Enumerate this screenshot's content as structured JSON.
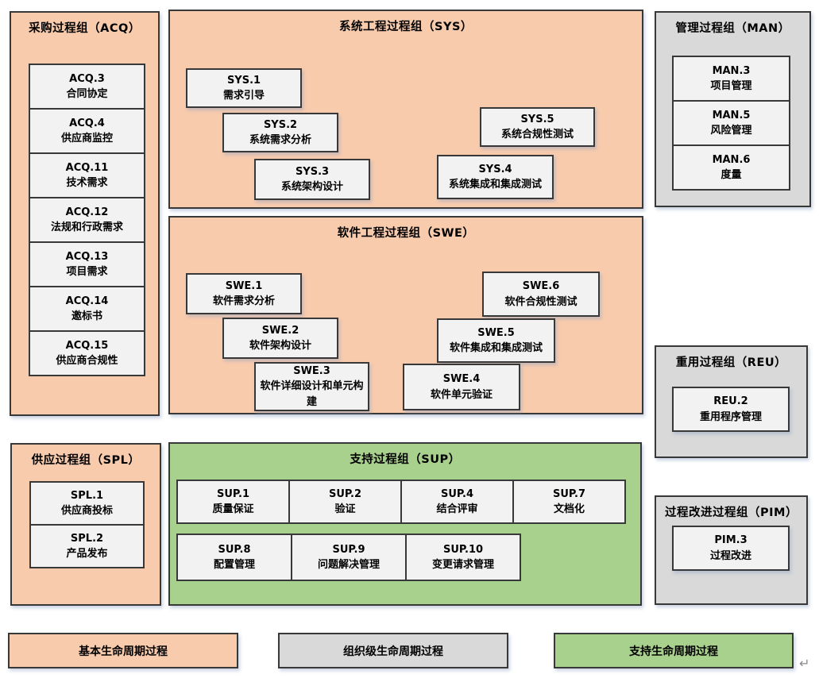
{
  "colors": {
    "primary_lifecycle": "#F8CBAD",
    "organizational_lifecycle": "#D9D9D9",
    "supporting_lifecycle": "#A9D18E",
    "box_fill": "#F2F2F2",
    "border": "#383838"
  },
  "groups": {
    "acq": {
      "title": "采购过程组（ACQ）",
      "items": [
        {
          "id": "ACQ.3",
          "name": "合同协定"
        },
        {
          "id": "ACQ.4",
          "name": "供应商监控"
        },
        {
          "id": "ACQ.11",
          "name": "技术需求"
        },
        {
          "id": "ACQ.12",
          "name": "法规和行政需求"
        },
        {
          "id": "ACQ.13",
          "name": "项目需求"
        },
        {
          "id": "ACQ.14",
          "name": "邀标书"
        },
        {
          "id": "ACQ.15",
          "name": "供应商合规性"
        }
      ]
    },
    "sys": {
      "title": "系统工程过程组（SYS）",
      "items": [
        {
          "id": "SYS.1",
          "name": "需求引导"
        },
        {
          "id": "SYS.2",
          "name": "系统需求分析"
        },
        {
          "id": "SYS.3",
          "name": "系统架构设计"
        },
        {
          "id": "SYS.4",
          "name": "系统集成和集成测试"
        },
        {
          "id": "SYS.5",
          "name": "系统合规性测试"
        }
      ]
    },
    "swe": {
      "title": "软件工程过程组（SWE）",
      "items": [
        {
          "id": "SWE.1",
          "name": "软件需求分析"
        },
        {
          "id": "SWE.2",
          "name": "软件架构设计"
        },
        {
          "id": "SWE.3",
          "name": "软件详细设计和单元构建"
        },
        {
          "id": "SWE.4",
          "name": "软件单元验证"
        },
        {
          "id": "SWE.5",
          "name": "软件集成和集成测试"
        },
        {
          "id": "SWE.6",
          "name": "软件合规性测试"
        }
      ]
    },
    "man": {
      "title": "管理过程组（MAN）",
      "items": [
        {
          "id": "MAN.3",
          "name": "项目管理"
        },
        {
          "id": "MAN.5",
          "name": "风险管理"
        },
        {
          "id": "MAN.6",
          "name": "度量"
        }
      ]
    },
    "reu": {
      "title": "重用过程组（REU）",
      "items": [
        {
          "id": "REU.2",
          "name": "重用程序管理"
        }
      ]
    },
    "spl": {
      "title": "供应过程组（SPL）",
      "items": [
        {
          "id": "SPL.1",
          "name": "供应商投标"
        },
        {
          "id": "SPL.2",
          "name": "产品发布"
        }
      ]
    },
    "sup": {
      "title": "支持过程组（SUP）",
      "items": [
        {
          "id": "SUP.1",
          "name": "质量保证"
        },
        {
          "id": "SUP.2",
          "name": "验证"
        },
        {
          "id": "SUP.4",
          "name": "结合评审"
        },
        {
          "id": "SUP.7",
          "name": "文档化"
        },
        {
          "id": "SUP.8",
          "name": "配置管理"
        },
        {
          "id": "SUP.9",
          "name": "问题解决管理"
        },
        {
          "id": "SUP.10",
          "name": "变更请求管理"
        }
      ]
    },
    "pim": {
      "title": "过程改进过程组（PIM）",
      "items": [
        {
          "id": "PIM.3",
          "name": "过程改进"
        }
      ]
    }
  },
  "legend": {
    "items": [
      {
        "label": "基本生命周期过程",
        "category": "primary"
      },
      {
        "label": "组织级生命周期过程",
        "category": "organizational"
      },
      {
        "label": "支持生命周期过程",
        "category": "supporting"
      }
    ]
  },
  "misc": {
    "return_mark": "↵"
  }
}
